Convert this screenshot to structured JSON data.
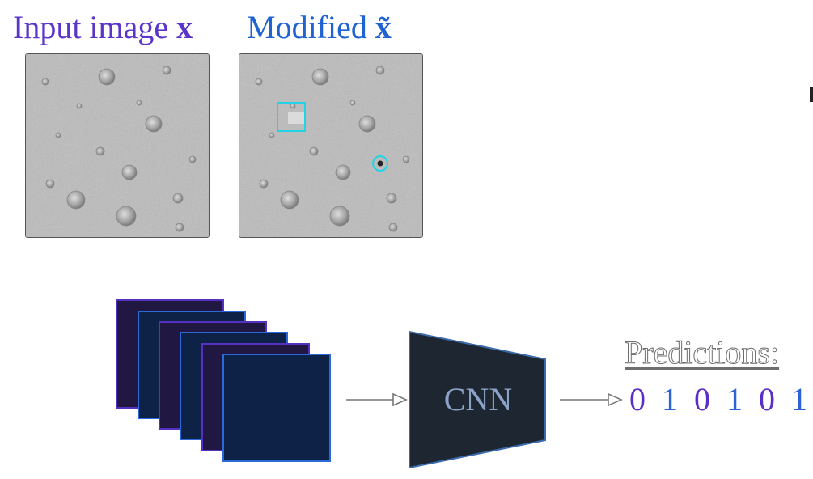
{
  "titles": {
    "input_text": "Input image ",
    "input_var": "x",
    "modified_text": "Modified ",
    "modified_var": "x̃"
  },
  "cnn": {
    "label": "CNN"
  },
  "predictions": {
    "title": "Predictions:",
    "values": [
      "0",
      "1",
      "0",
      "1",
      "0",
      "1"
    ],
    "colors": [
      "#5a2fc6",
      "#2c63d5",
      "#5a2fc6",
      "#2c63d5",
      "#5a2fc6",
      "#2c63d5"
    ]
  },
  "colors": {
    "purple": "#5631c1",
    "blue": "#2a6ad8",
    "perturbation": "#22d3e6"
  }
}
